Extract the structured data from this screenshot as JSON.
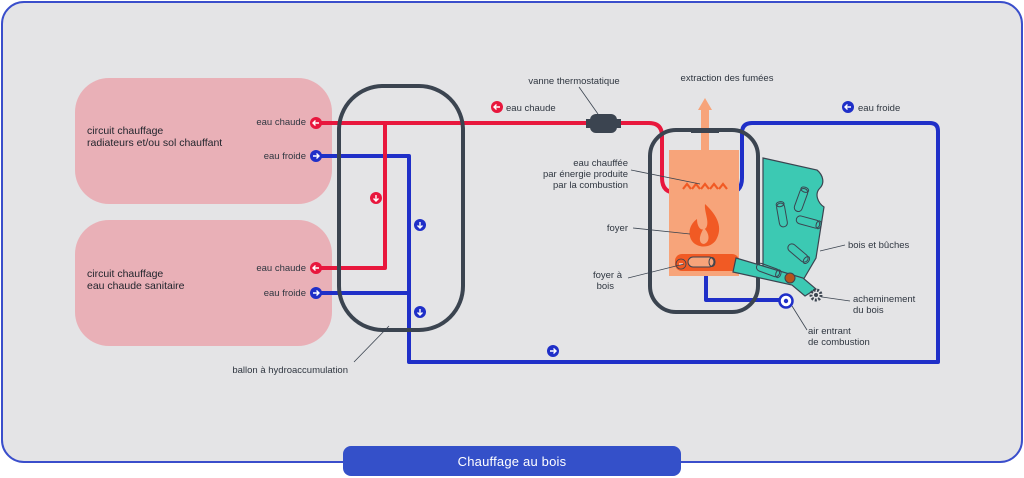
{
  "title": "Chauffage au bois",
  "circuits": {
    "top": {
      "line1": "circuit chauffage",
      "line2": "radiateurs et/ou sol chauffant",
      "hot": "eau chaude",
      "cold": "eau froide"
    },
    "bottom": {
      "line1": "circuit chauffage",
      "line2": "eau chaude sanitaire",
      "hot": "eau chaude",
      "cold": "eau froide"
    }
  },
  "labels": {
    "ballon": "ballon à hydroaccumulation",
    "vanne": "vanne thermostatique",
    "extraction": "extraction des fumées",
    "eau_chaude_pipe": "eau chaude",
    "eau_froide_pipe": "eau froide",
    "eau_chauffee_1": "eau chauffée",
    "eau_chauffee_2": "par énergie produite",
    "eau_chauffee_3": "par la combustion",
    "foyer": "foyer",
    "foyer_a_bois_1": "foyer à",
    "foyer_a_bois_2": "bois",
    "bois_buches": "bois et bûches",
    "acheminement_1": "acheminement",
    "acheminement_2": "du bois",
    "air_1": "air entrant",
    "air_2": "de combustion"
  },
  "colors": {
    "hot": "#e8173d",
    "cold": "#1f2fc8",
    "tank": "#3b4450",
    "circuit": "#e9b0b7",
    "furnace": "#f7a47a",
    "fire": "#f15a24",
    "wood_bin": "#3cc9b3",
    "background": "#e4e4e6",
    "title_bg": "#3450c9"
  }
}
